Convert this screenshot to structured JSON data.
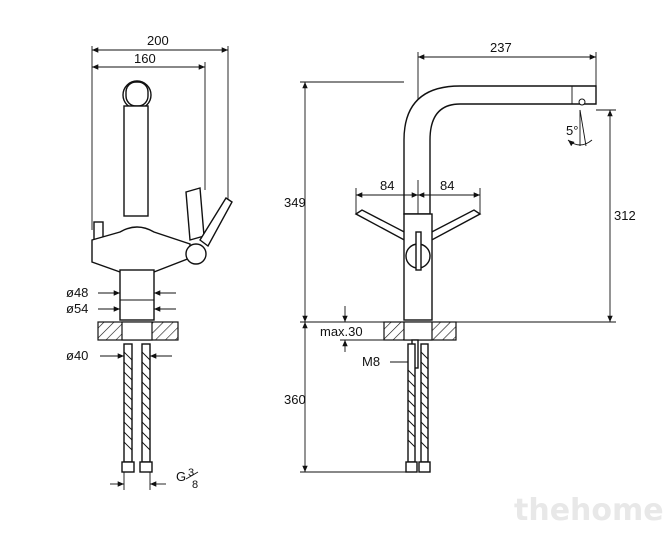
{
  "front_view": {
    "dim_overall_width": "200",
    "dim_width": "160",
    "dim_dia_48": "ø48",
    "dim_dia_54": "ø54",
    "dim_dia_40": "ø40",
    "dim_thread_g": "G",
    "dim_thread_num": "3",
    "dim_thread_den": "8"
  },
  "side_view": {
    "dim_spout_reach": "237",
    "dim_lever_left": "84",
    "dim_lever_right": "84",
    "dim_total_height": "349",
    "dim_spout_height": "312",
    "dim_angle": "5°",
    "dim_max_counter": "max.30",
    "dim_stud": "M8",
    "dim_hose_length": "360"
  },
  "watermark": "thehome"
}
